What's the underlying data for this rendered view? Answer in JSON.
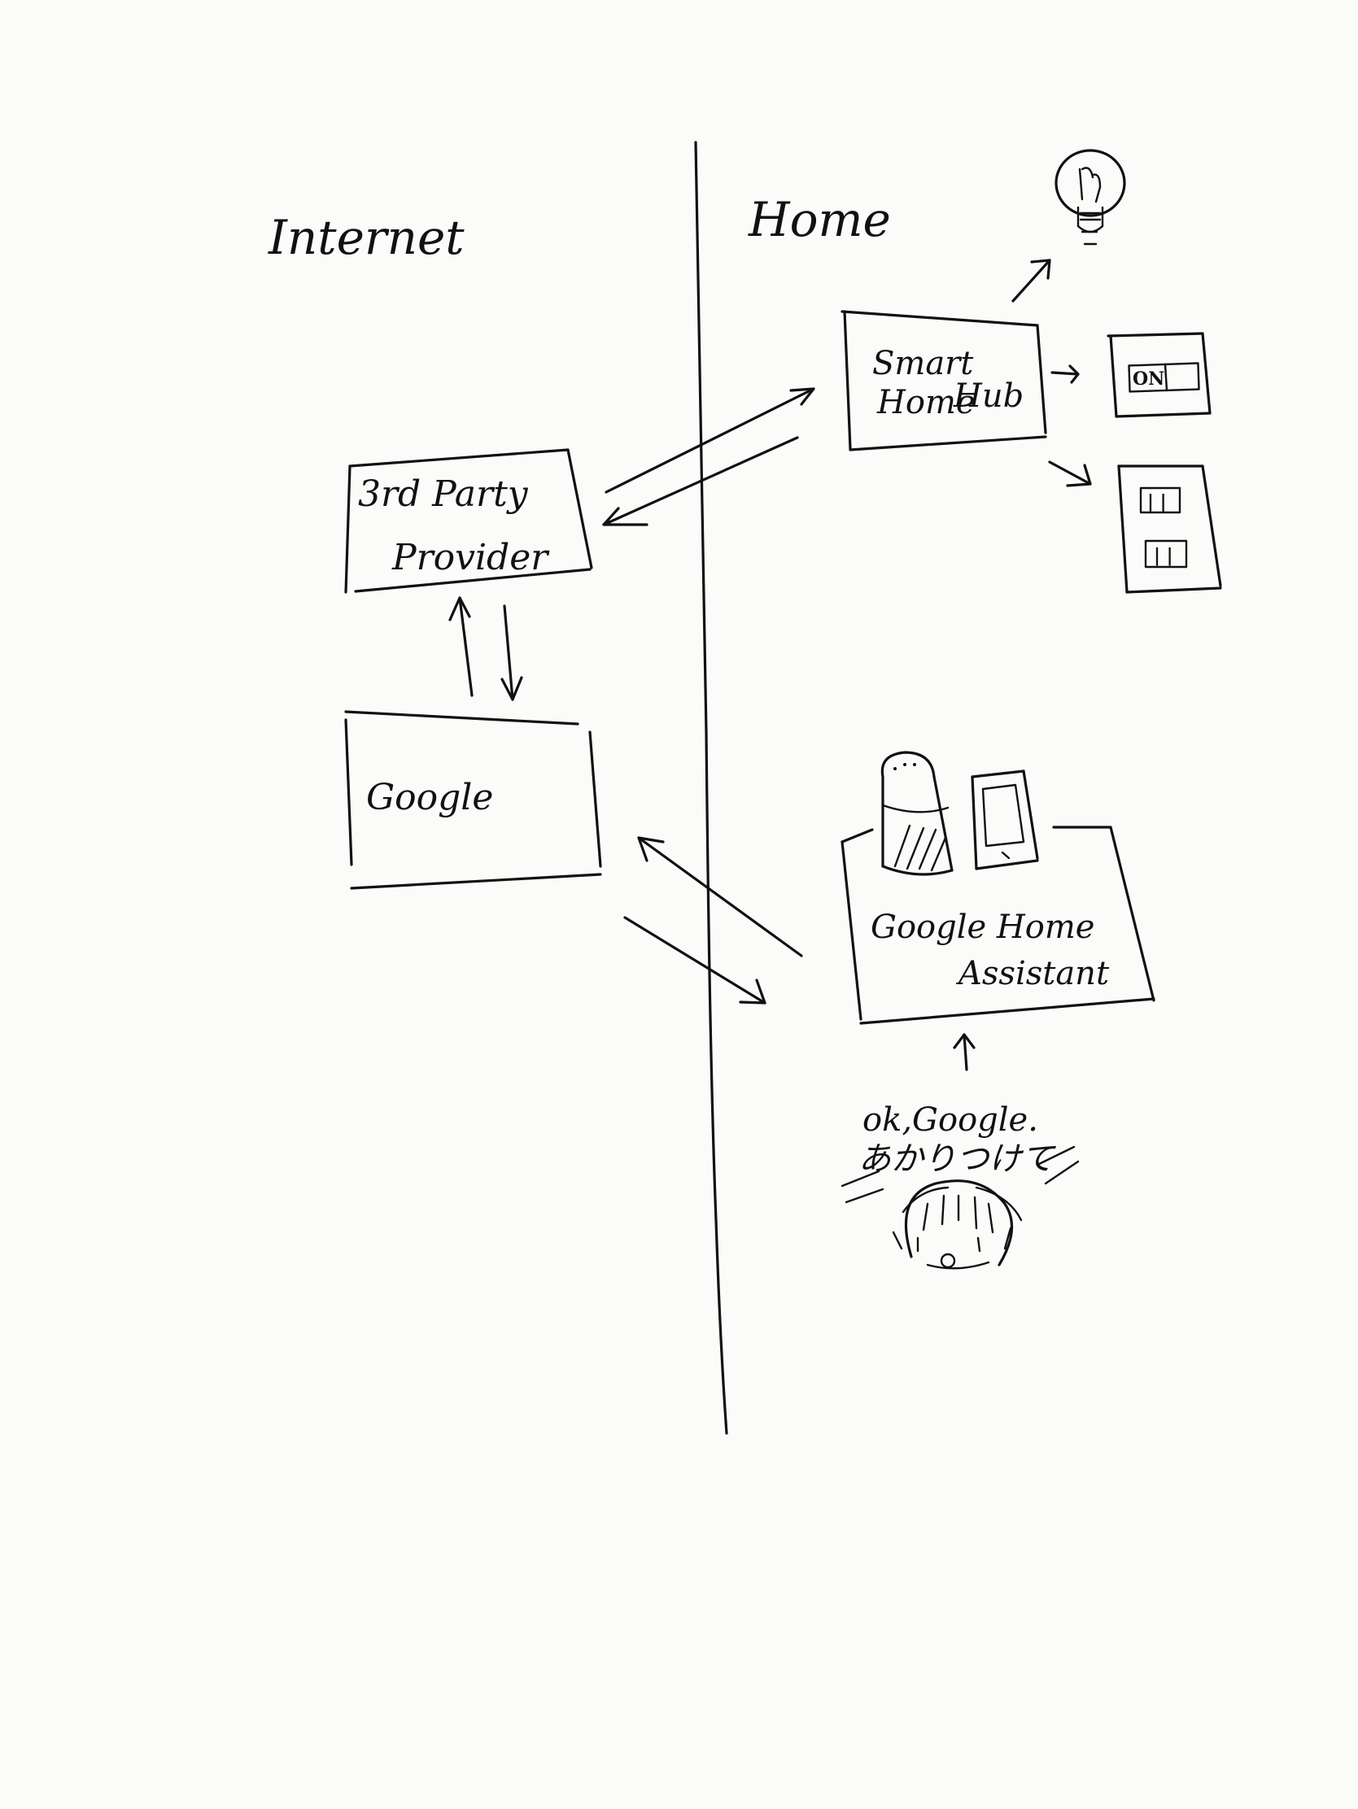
{
  "regions": {
    "left": "Internet",
    "right": "Home"
  },
  "nodes": {
    "provider": {
      "line1": "3rd Party",
      "line2": "Provider"
    },
    "google": {
      "label": "Google"
    },
    "hub": {
      "line1": "Smart",
      "line2": "Home",
      "line3": "Hub"
    },
    "assistant": {
      "line1": "Google Home",
      "line2": "Assistant"
    }
  },
  "devices": {
    "switch_label": "ON",
    "outlet_top": "| |",
    "outlet_bottom": "| |"
  },
  "speech": {
    "line1": "ok,Google.",
    "line2": "あかりつけて"
  }
}
